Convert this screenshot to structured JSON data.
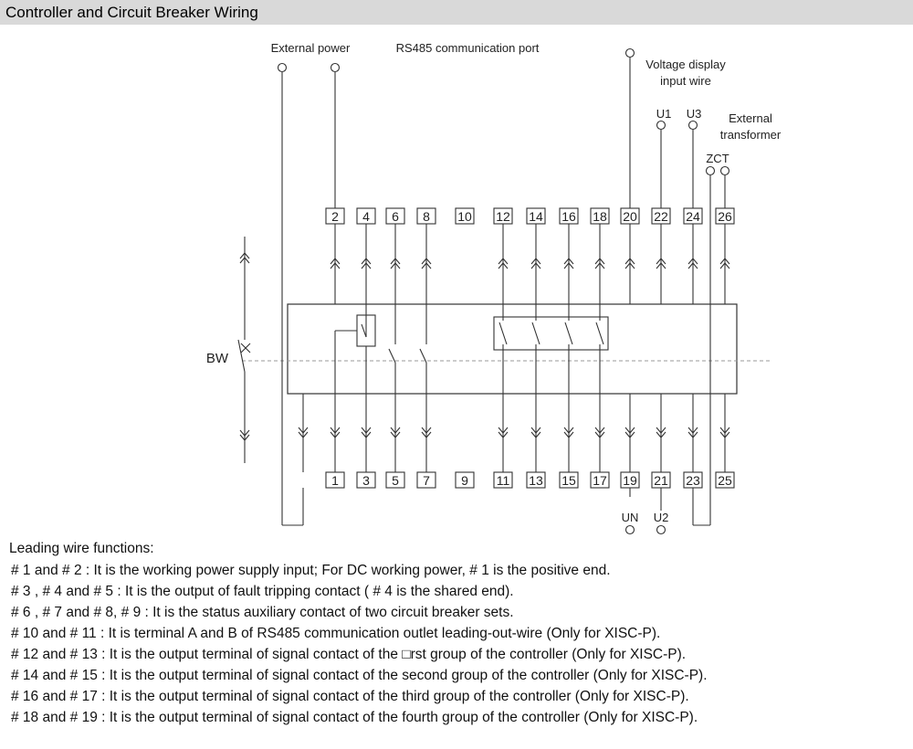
{
  "header": {
    "title": "Controller and Circuit Breaker Wiring"
  },
  "labels": {
    "external_power": "External power",
    "rs485": "RS485 communication port",
    "voltage_display_line1": "Voltage display",
    "voltage_display_line2": "input wire",
    "u1": "U1",
    "u3": "U3",
    "external_transformer_line1": "External",
    "external_transformer_line2": "transformer",
    "zct": "ZCT",
    "bw": "BW",
    "un": "UN",
    "u2": "U2"
  },
  "terminals": {
    "top": [
      "2",
      "4",
      "6",
      "8",
      "10",
      "12",
      "14",
      "16",
      "18",
      "20",
      "22",
      "24",
      "26"
    ],
    "bottom": [
      "1",
      "3",
      "5",
      "7",
      "9",
      "11",
      "13",
      "15",
      "17",
      "19",
      "21",
      "23",
      "25"
    ]
  },
  "notes": {
    "title": "Leading wire functions:",
    "items": [
      "# 1 and # 2 : It is the working power supply input; For DC working power, # 1 is the positive end.",
      "# 3 , # 4 and # 5 : It is the output of fault tripping contact ( # 4 is the shared end).",
      "# 6 , # 7 and # 8, # 9 : It is the status auxiliary contact of two circuit breaker sets.",
      "# 10 and # 11 : It is terminal A and B of RS485 communication outlet leading-out-wire (Only for XISC-P).",
      "# 12 and # 13 : It is the output terminal of signal contact of the □rst group of the controller (Only for XISC-P).",
      "# 14 and # 15 : It is the output terminal of signal contact of the second group of the controller (Only for XISC-P).",
      "# 16 and # 17 : It is the output terminal of signal contact of the third group of the controller (Only for XISC-P).",
      "# 18 and # 19 : It is the output terminal of signal contact of the fourth group of the controller (Only for XISC-P)."
    ]
  }
}
